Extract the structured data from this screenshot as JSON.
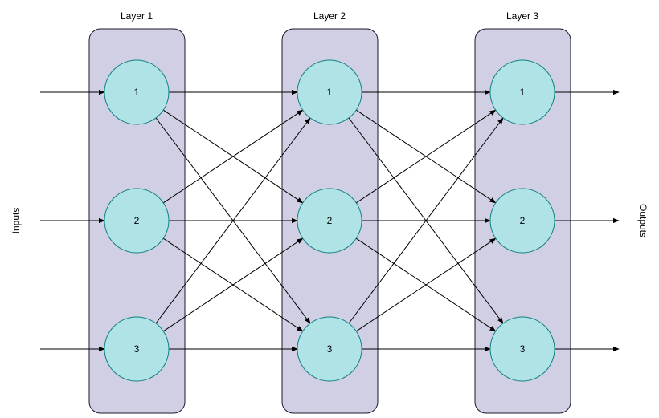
{
  "diagram": {
    "inputs_label": "Inputs",
    "outputs_label": "Outputs",
    "layers": [
      {
        "title": "Layer 1",
        "nodes": [
          "1",
          "2",
          "3"
        ]
      },
      {
        "title": "Layer 2",
        "nodes": [
          "1",
          "2",
          "3"
        ]
      },
      {
        "title": "Layer 3",
        "nodes": [
          "1",
          "2",
          "3"
        ]
      }
    ],
    "connectivity": "fully-connected",
    "colors": {
      "layer_fill": "#d0cfe3",
      "layer_stroke": "#1a1a2e",
      "neuron_fill": "#b0e3e6",
      "neuron_stroke": "#0e8088",
      "edge": "#000000"
    }
  }
}
